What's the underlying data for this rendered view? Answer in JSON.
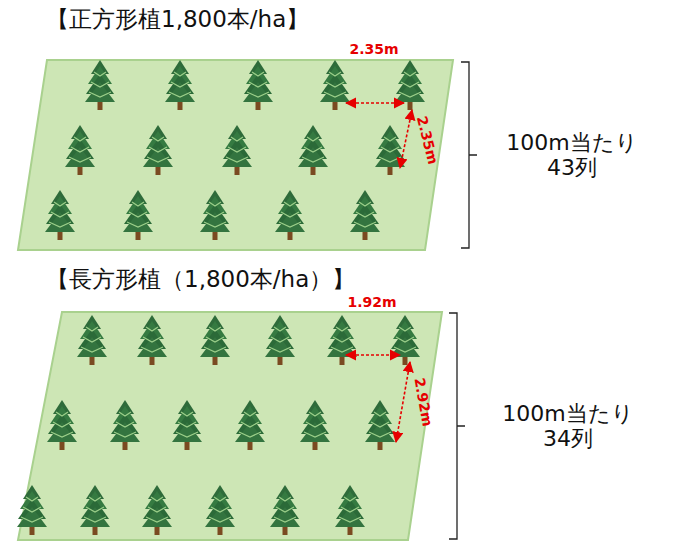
{
  "diagram": {
    "labels": [
      "【正方形植1,800本/ha】",
      "2.35m",
      "2.35m",
      "100m当たり 43列",
      "【長方形植（1,800本/ha）】",
      "1.92m",
      "2.92m",
      "100m当たり 34列"
    ]
  }
}
